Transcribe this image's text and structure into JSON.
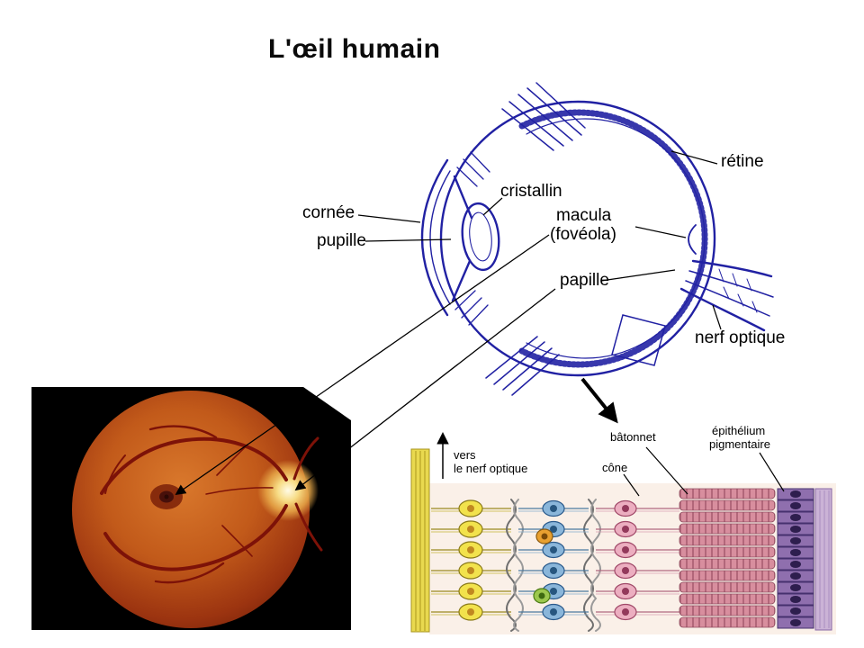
{
  "title": "L'œil humain",
  "eye": {
    "retine": "rétine",
    "cristallin": "cristallin",
    "cornee": "cornée",
    "macula1": "macula",
    "macula2": "(fovéola)",
    "pupille": "pupille",
    "papille": "papille",
    "nerf_optique": "nerf optique"
  },
  "histology": {
    "vers1": "vers",
    "vers2": "le nerf optique",
    "batonnet": "bâtonnet",
    "cone": "cône",
    "epithelium1": "épithélium",
    "epithelium2": "pigmentaire"
  },
  "colors": {
    "diagram_ink": "#2121a3",
    "label_text": "#000000",
    "fundus_orange": "#c2561a",
    "optic_disc_yellow": "#f5d97a",
    "background": "#ffffff"
  }
}
